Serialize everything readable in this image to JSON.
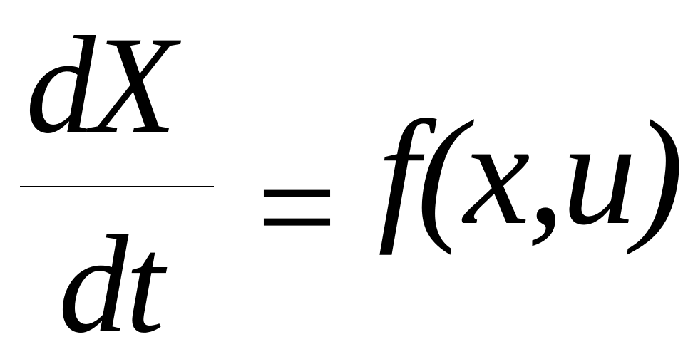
{
  "equation": {
    "numerator": "dX",
    "denominator": "dt",
    "operator": "=",
    "rhs": "f(x,u)"
  }
}
